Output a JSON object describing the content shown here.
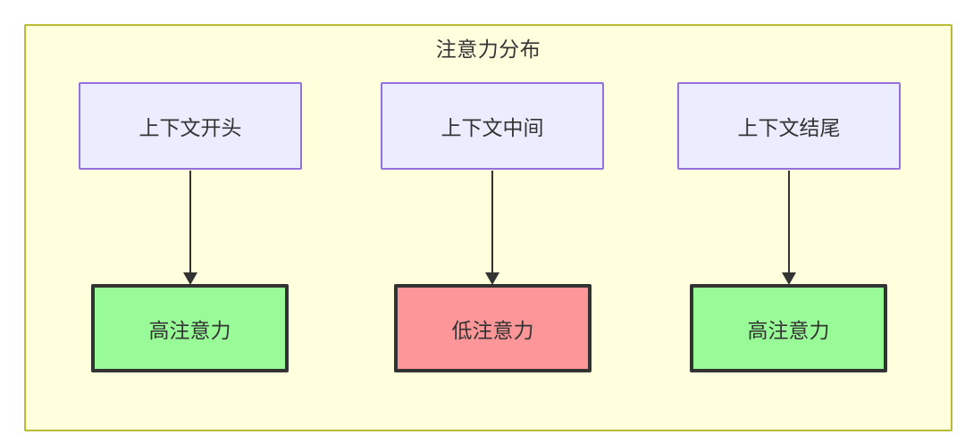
{
  "diagram": {
    "title": "注意力分布",
    "colors": {
      "container_fill": "#ffffdd",
      "container_border": "#bbbb33",
      "context_fill": "#ececff",
      "context_border": "#9370db",
      "high_fill": "#99fb98",
      "low_fill": "#fc9698",
      "node_border": "#333333",
      "edge": "#333333",
      "text": "#333333"
    },
    "columns": [
      {
        "context": {
          "label": "上下文开头"
        },
        "attention": {
          "label": "高注意力",
          "level": "high"
        }
      },
      {
        "context": {
          "label": "上下文中间"
        },
        "attention": {
          "label": "低注意力",
          "level": "low"
        }
      },
      {
        "context": {
          "label": "上下文结尾"
        },
        "attention": {
          "label": "高注意力",
          "level": "high"
        }
      }
    ],
    "edges": [
      {
        "from": "上下文开头",
        "to": "高注意力",
        "arrow": "down"
      },
      {
        "from": "上下文中间",
        "to": "低注意力",
        "arrow": "down"
      },
      {
        "from": "上下文结尾",
        "to": "高注意力",
        "arrow": "down"
      }
    ]
  }
}
